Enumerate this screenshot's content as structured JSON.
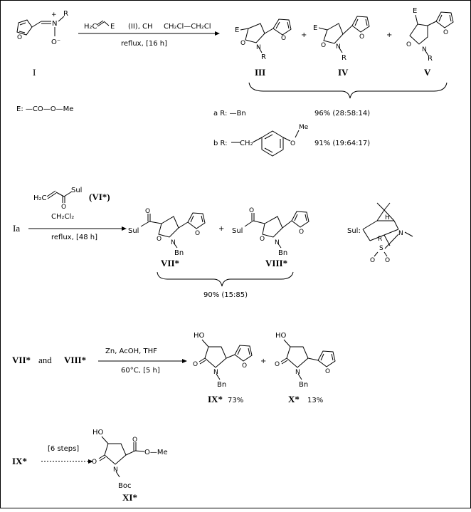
{
  "scheme1": {
    "reagent": "H₂C═E (II), CH₂Cl—CH₂Cl",
    "reagent_a": "(II), CH",
    "reagent_b": "Cl—CH",
    "reagent_c": "Cl",
    "conditions": "reflux, [16 h]",
    "start_label": "I",
    "prod_labels": [
      "III",
      "IV",
      "V"
    ],
    "E_def": "E: —CO—O—Me",
    "row_a_label": "a R: —Bn",
    "row_a_yield": "96% (28:58:14)",
    "row_b_label": "b R:",
    "row_b_yield": "91% (19:64:17)",
    "plus": "+",
    "nitrone_R": "R",
    "nitrone_N": "N",
    "nitrone_O": "O⁻",
    "charge": "+",
    "E": "E",
    "O": "O",
    "N": "N",
    "R": "R",
    "H2C": "H₂C",
    "E_sub": "E",
    "OMe_O": "O",
    "Me": "Me"
  },
  "scheme2": {
    "start_label": "Ia",
    "reagent_sul": "Sul",
    "reagent_label": "(VI*)",
    "solvent": "CH₂Cl₂",
    "conditions": "reflux, [48 h]",
    "Sul": "Sul",
    "Sul_def": "Sul:",
    "O": "O",
    "N": "N",
    "Bn": "Bn",
    "H": "H",
    "S": "S",
    "R": "R",
    "plus": "+",
    "prod_labels": [
      "VII*",
      "VIII*"
    ],
    "yield": "90% (15:85)"
  },
  "scheme3": {
    "start_a": "VII*",
    "and": "and",
    "start_b": "VIII*",
    "reagents": "Zn, AcOH, THF",
    "conditions": "60°C, [5 h]",
    "HO": "HO",
    "O": "O",
    "N": "N",
    "Bn": "Bn",
    "plus": "+",
    "prod_a_label": "IX*",
    "prod_a_yield": "73%",
    "prod_b_label": "X*",
    "prod_b_yield": "13%"
  },
  "scheme4": {
    "start": "IX*",
    "steps": "[6 steps]",
    "HO": "HO",
    "O": "O",
    "N": "N",
    "Boc": "Boc",
    "OMe": "O—Me",
    "product_label": "XI*"
  }
}
